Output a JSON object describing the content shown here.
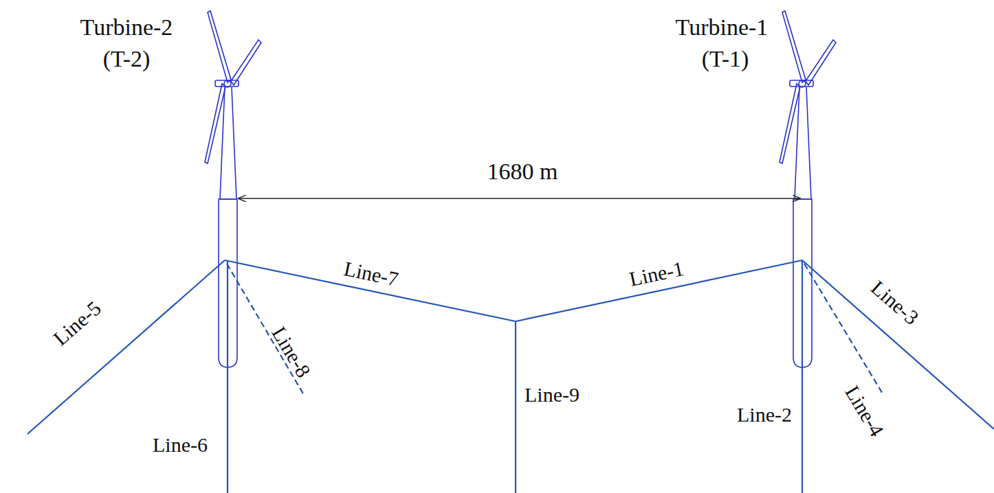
{
  "diagram": {
    "labels": [
      "Turbine-2",
      "(T-2)",
      "Turbine-1",
      "(T-1)",
      "1680 m",
      "Line-7",
      "Line-1",
      "Line-5",
      "Line-8",
      "Line-3",
      "Line-4",
      "Line-9",
      "Line-2",
      "Line-6"
    ]
  }
}
